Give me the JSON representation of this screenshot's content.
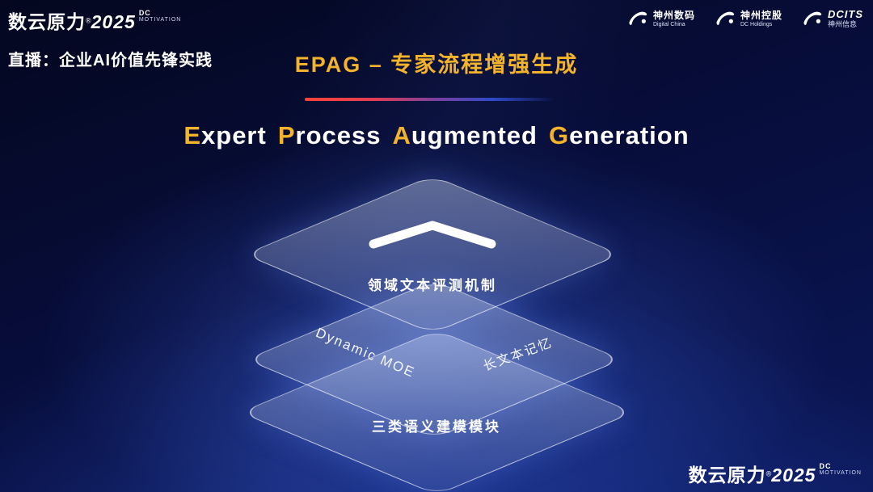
{
  "colors": {
    "background": "#070d3a",
    "accent_gold": "#f3b32a",
    "divider_red": "#ff4338",
    "divider_blue": "#2f49c8",
    "bottom_layer_blue": "#4a67e6",
    "text_white": "#ffffff"
  },
  "header": {
    "brand": {
      "name": "数云原力",
      "reg": "®",
      "year": "2025",
      "dc": "DC",
      "motivation": "MOTIVATION"
    },
    "live_label": "直播：企业AI价值先锋实践",
    "title": "EPAG – 专家流程增强生成",
    "partners": [
      {
        "line1": "神州数码",
        "line2": "Digital China",
        "icon": "digital-china-swoosh"
      },
      {
        "line1": "神州控股",
        "line2": "DC Holdings",
        "icon": "dc-holdings-swoosh"
      },
      {
        "line1": "DCITS",
        "line2": "神州信息",
        "icon": "dcits-swoosh"
      }
    ]
  },
  "main": {
    "subtitle": [
      {
        "initial": "E",
        "rest": "xpert"
      },
      {
        "initial": "P",
        "rest": "rocess"
      },
      {
        "initial": "A",
        "rest": "ugmented"
      },
      {
        "initial": "G",
        "rest": "eneration"
      }
    ],
    "stack": {
      "top_layer_label": "领域文本评测机制",
      "middle_left_label": "Dynamic MOE",
      "middle_right_label": "长文本记忆",
      "bottom_layer_label": "三类语义建模模块"
    }
  },
  "footer": {
    "brand": {
      "name": "数云原力",
      "reg": "®",
      "year": "2025",
      "dc": "DC",
      "motivation": "MOTIVATION"
    }
  }
}
